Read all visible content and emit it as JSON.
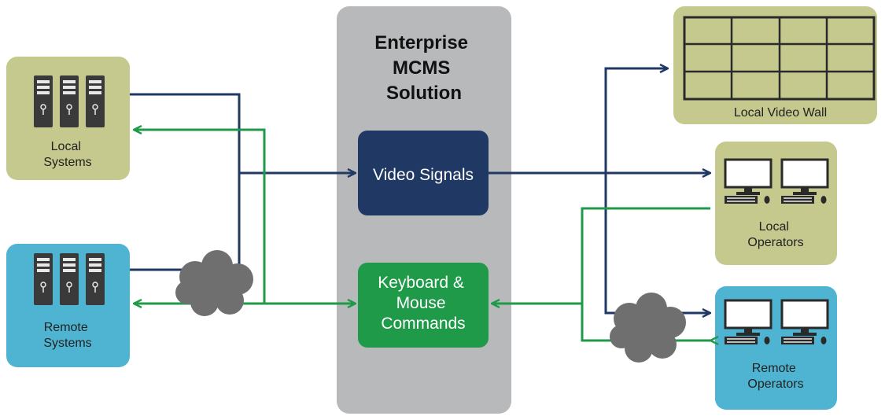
{
  "center": {
    "title_lines": [
      "Enterprise",
      "MCMS",
      "Solution"
    ],
    "video_lines": [
      "Video Signals"
    ],
    "kbm_lines": [
      "Keyboard &",
      "Mouse",
      "Commands"
    ]
  },
  "local_systems": {
    "label_lines": [
      "Local",
      "Systems"
    ]
  },
  "remote_systems": {
    "label_lines": [
      "Remote",
      "Systems"
    ]
  },
  "video_wall": {
    "label": "Local Video Wall"
  },
  "local_operators": {
    "label_lines": [
      "Local",
      "Operators"
    ]
  },
  "remote_operators": {
    "label_lines": [
      "Remote",
      "Operators"
    ]
  },
  "colors": {
    "navy": "#1f3864",
    "green": "#1f9a49",
    "olive": "#c5c98e",
    "blue": "#4fb4d1",
    "grey_panel": "#b8b9bb",
    "cloud": "#6f6f6f",
    "icon_dark": "#3a3a3a"
  },
  "icons": [
    "server-rack-icon",
    "network-cloud-icon",
    "monitor-icon",
    "keyboard-icon",
    "mouse-icon",
    "video-wall-grid-icon"
  ]
}
